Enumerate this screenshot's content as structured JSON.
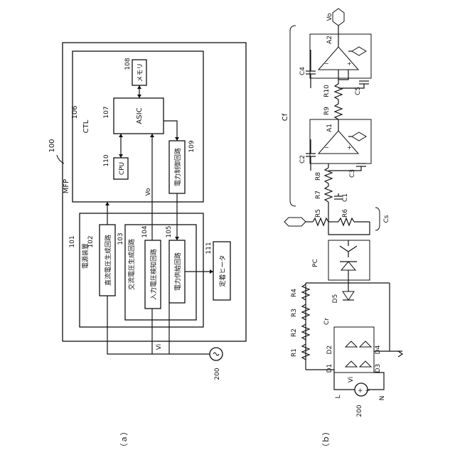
{
  "panel_a": {
    "caption": "（ａ）",
    "mfp": {
      "label": "MFP",
      "ref": "100"
    },
    "ctl": {
      "label": "CTL",
      "ref": "106"
    },
    "memory": {
      "label": "メモリ",
      "ref": "108"
    },
    "asic": {
      "label": "ASIC",
      "ref": "107"
    },
    "cpu": {
      "label": "CPU",
      "ref": "110"
    },
    "power_ctrl": {
      "label": "電力制御回路",
      "ref": "109"
    },
    "power_supply": {
      "label": "電源装置",
      "ref": "101"
    },
    "dc_gen": {
      "label": "直流電圧生成回路",
      "ref": "102"
    },
    "ac_gen": {
      "label": "交流電圧生成回路",
      "ref": "103"
    },
    "input_detect": {
      "label": "入力電圧検知回路",
      "ref": "104"
    },
    "power_feed": {
      "label": "電力供給回路",
      "ref": "105"
    },
    "fixing_heater": {
      "label": "定着ヒータ",
      "ref": "111"
    },
    "vo_label": "Vo",
    "vi_label": "Vi",
    "ac_source_ref": "200"
  },
  "panel_b": {
    "caption": "（ｂ）",
    "vo_label": "Vo",
    "cf_label": "Cf",
    "cs_label": "Cs",
    "cr_label": "Cr",
    "pc_label": "PC",
    "vi_label": "Vi",
    "source_ref": "200",
    "line_l": "L",
    "line_n": "N",
    "components": {
      "a1": "A1",
      "a2": "A2",
      "c1": "C1",
      "c2": "C2",
      "c3": "C3",
      "c4": "C4",
      "c5": "C5",
      "r1": "R1",
      "r2": "R2",
      "r3": "R3",
      "r4": "R4",
      "r5": "R5",
      "r6": "R6",
      "r7": "R7",
      "r8": "R8",
      "r9": "R9",
      "r10": "R10",
      "d1": "D1",
      "d2": "D2",
      "d3": "D3",
      "d4": "D4",
      "d5": "D5"
    }
  }
}
